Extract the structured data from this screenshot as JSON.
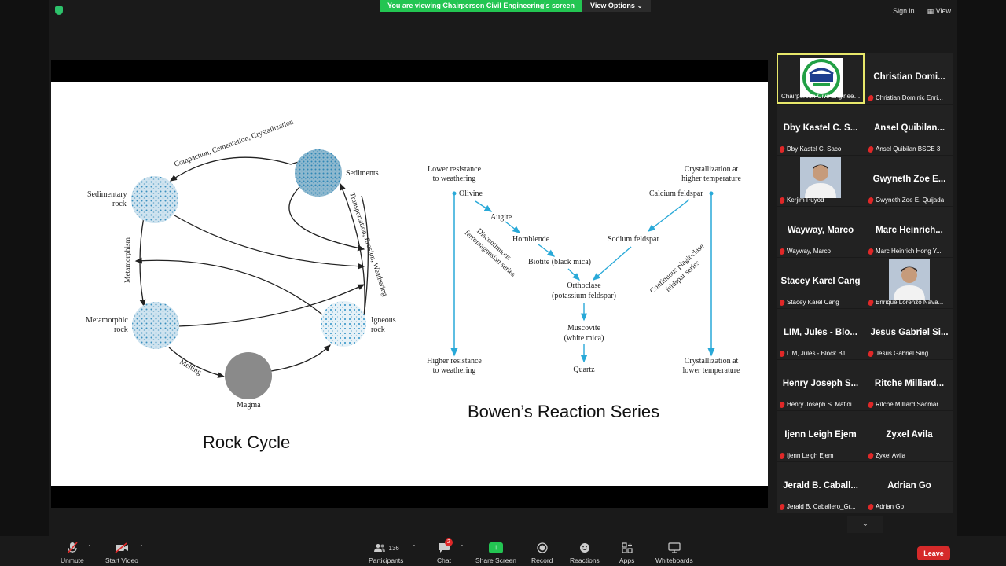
{
  "top_bar": {
    "banner_text": "You are viewing Chairperson Civil Engineering's screen",
    "view_options_label": "View Options",
    "sign_in_label": "Sign in",
    "view_label": "View"
  },
  "slide": {
    "rock_cycle": {
      "title": "Rock Cycle",
      "labels": {
        "sediments": "Sediments",
        "sedimentary_rock_1": "Sedimentary",
        "sedimentary_rock_2": "rock",
        "metamorphic_rock_1": "Metamorphic",
        "metamorphic_rock_2": "rock",
        "igneous_rock_1": "Igneous",
        "igneous_rock_2": "rock",
        "magma": "Magma",
        "compaction": "Compaction, Cementation, Crystallization",
        "transportation": "Transportation, Erosion, Weathering",
        "metamorphism": "Metamorphism",
        "melting": "Melting"
      }
    },
    "bowen": {
      "title": "Bowen’s Reaction Series",
      "lower_resistance_1": "Lower resistance",
      "lower_resistance_2": "to weathering",
      "higher_resistance_1": "Higher resistance",
      "higher_resistance_2": "to weathering",
      "cryst_higher_1": "Crystallization at",
      "cryst_higher_2": "higher temperature",
      "cryst_lower_1": "Crystallization at",
      "cryst_lower_2": "lower temperature",
      "olivine": "Olivine",
      "augite": "Augite",
      "hornblende": "Hornblende",
      "biotite": "Biotite (black mica)",
      "calcium_feldspar": "Calcium feldspar",
      "sodium_feldspar": "Sodium feldspar",
      "orthoclase_1": "Orthoclase",
      "orthoclase_2": "(potassium feldspar)",
      "muscovite_1": "Muscovite",
      "muscovite_2": "(white mica)",
      "quartz": "Quartz",
      "discontinuous_1": "Discontinuous",
      "discontinuous_2": "ferromagnesian series",
      "continuous_1": "Continuous plagioclase",
      "continuous_2": "feldspar series"
    }
  },
  "participants": [
    {
      "name": "",
      "label": "Chairperson Civil Engineering",
      "kind": "logo",
      "active": true
    },
    {
      "name": "Christian Domi...",
      "label": "Christian Dominic Enri...",
      "kind": "name"
    },
    {
      "name": "Dby Kastel C. S...",
      "label": "Dby Kastel C. Saco",
      "kind": "name"
    },
    {
      "name": "Ansel Quibilan...",
      "label": "Ansel Quibilan BSCE 3",
      "kind": "name"
    },
    {
      "name": "",
      "label": "Kerjim Puyod",
      "kind": "photo"
    },
    {
      "name": "Gwyneth Zoe E...",
      "label": "Gwyneth Zoe E. Quijada",
      "kind": "name"
    },
    {
      "name": "Wayway, Marco",
      "label": "Wayway, Marco",
      "kind": "name"
    },
    {
      "name": "Marc Heinrich...",
      "label": "Marc Heinrich Hong Y...",
      "kind": "name"
    },
    {
      "name": "Stacey Karel Cang",
      "label": "Stacey Karel Cang",
      "kind": "name"
    },
    {
      "name": "",
      "label": "Enrique Lorenzo Nava...",
      "kind": "photo"
    },
    {
      "name": "LIM, Jules - Blo...",
      "label": "LIM, Jules - Block B1",
      "kind": "name"
    },
    {
      "name": "Jesus Gabriel Si...",
      "label": "Jesus Gabriel Sing",
      "kind": "name"
    },
    {
      "name": "Henry Joseph S...",
      "label": "Henry Joseph S. Matidi...",
      "kind": "name"
    },
    {
      "name": "Ritche Milliard...",
      "label": "Ritche Milliard Sacmar",
      "kind": "name"
    },
    {
      "name": "Ijenn Leigh Ejem",
      "label": "Ijenn Leigh Ejem",
      "kind": "name"
    },
    {
      "name": "Zyxel Avila",
      "label": "Zyxel Avila",
      "kind": "name"
    },
    {
      "name": "Jerald B. Caball...",
      "label": "Jerald B. Caballero_Gr...",
      "kind": "name"
    },
    {
      "name": "Adrian Go",
      "label": "Adrian Go",
      "kind": "name"
    }
  ],
  "toolbar": {
    "unmute": "Unmute",
    "start_video": "Start Video",
    "participants": "Participants",
    "participants_count": "136",
    "chat": "Chat",
    "chat_badge": "2",
    "share_screen": "Share Screen",
    "record": "Record",
    "reactions": "Reactions",
    "apps": "Apps",
    "whiteboards": "Whiteboards",
    "leave": "Leave"
  },
  "colors": {
    "banner_green": "#23c552",
    "leave_red": "#d52a2a",
    "bowen_arrow": "#29a9d8",
    "active_border": "#e8e86b"
  }
}
